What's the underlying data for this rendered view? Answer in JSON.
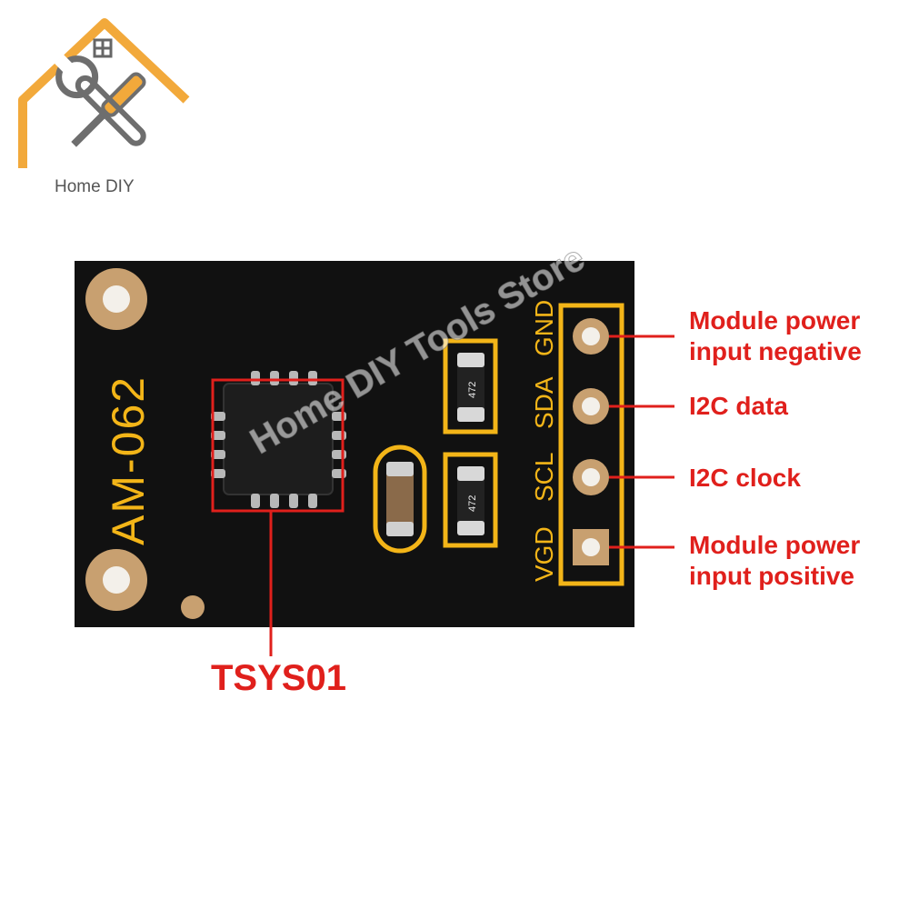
{
  "brand": {
    "name": "Home DIY",
    "accent_color": "#f2a93b",
    "icon_color": "#7a7a7a"
  },
  "board": {
    "model": "AM-062",
    "pin_labels": [
      "GND",
      "SDA",
      "SCL",
      "VGD"
    ],
    "resistor_code": "472",
    "pcb_color": "#111111",
    "silk_color": "#f3b518",
    "pad_color": "#c8a070"
  },
  "watermark": "Home DIY Tools Store",
  "annotations": {
    "gnd": "Module power\ninput negative",
    "sda": "I2C data",
    "scl": "I2C clock",
    "vcc": "Module power\ninput positive",
    "chip": "TSYS01",
    "color": "#e0201c"
  }
}
